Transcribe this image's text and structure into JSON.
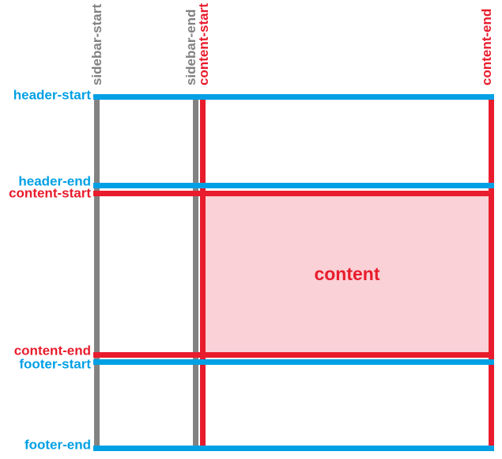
{
  "colors": {
    "blue": "#00A0E4",
    "red": "#E81C2C",
    "gray": "#828282",
    "pink": "#F9D1D6"
  },
  "row_lines": {
    "header_start": "header-start",
    "header_end": "header-end",
    "content_start": "content-start",
    "content_end": "content-end",
    "footer_start": "footer-start",
    "footer_end": "footer-end"
  },
  "column_lines": {
    "sidebar_start": "sidebar-start",
    "sidebar_end": "sidebar-end",
    "content_start": "content-start",
    "content_end": "content-end"
  },
  "content_area": {
    "label": "content"
  }
}
